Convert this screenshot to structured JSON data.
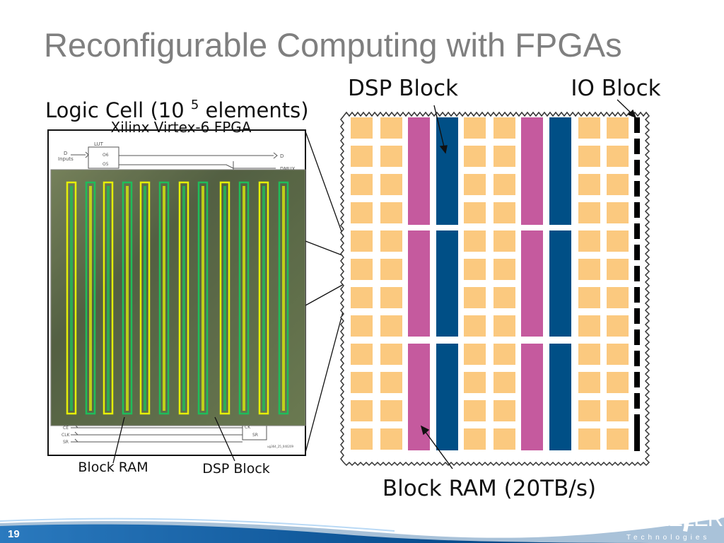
{
  "slide": {
    "title": "Reconfigurable Computing with FPGAs",
    "slide_number": "19"
  },
  "labels": {
    "dsp_block_top": "DSP Block",
    "io_block": "IO Block",
    "logic_cell_prefix": "Logic Cell (10",
    "logic_cell_exponent": "5",
    "logic_cell_suffix": " elements)",
    "chip_caption": "Xilinx Virtex-6 FPGA",
    "block_ram_left": "Block RAM",
    "dsp_block_left": "DSP Block",
    "block_ram_bottom": "Block RAM (20TB/s)"
  },
  "logic_cell_schematic": {
    "lut": "LUT",
    "inputs_d": "D",
    "inputs": "Inputs",
    "o6": "O6",
    "o5": "O5",
    "out_d": "D",
    "dmux": "DMUX",
    "ce": "CE",
    "clk": "CLK",
    "sr": "SR",
    "ck": "CK",
    "sr_box": "SR",
    "figure_id": "ug364_25_040209"
  },
  "logo": {
    "name": "MAXELER",
    "tagline": "Technologies"
  },
  "colors": {
    "title": "#7f7f7f",
    "logic_cell": "#fbc97f",
    "block_ram": "#c55a9e",
    "dsp_block": "#004f86",
    "io_block": "#000000",
    "chip_background": "#4f5e45",
    "footer_blue": "#0d4f92"
  },
  "icons": {
    "logo_figure": "runner-figure-icon"
  }
}
